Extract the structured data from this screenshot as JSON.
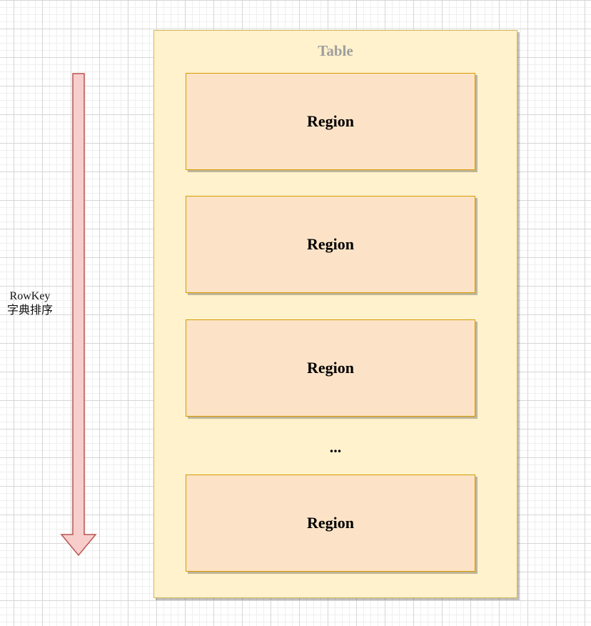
{
  "arrow": {
    "label_line1": "RowKey",
    "label_line2": "字典排序",
    "fill_color": "#f8cecc",
    "stroke_color": "#b85450",
    "direction": "down"
  },
  "table": {
    "title": "Table",
    "fill_color": "#fff2cc",
    "stroke_color": "#d6b656",
    "regions": [
      {
        "label": "Region"
      },
      {
        "label": "Region"
      },
      {
        "label": "Region"
      },
      {
        "label": "Region"
      }
    ],
    "ellipsis": "...",
    "region_fill_color": "#fce3c7",
    "region_stroke_color": "#d79b00"
  }
}
